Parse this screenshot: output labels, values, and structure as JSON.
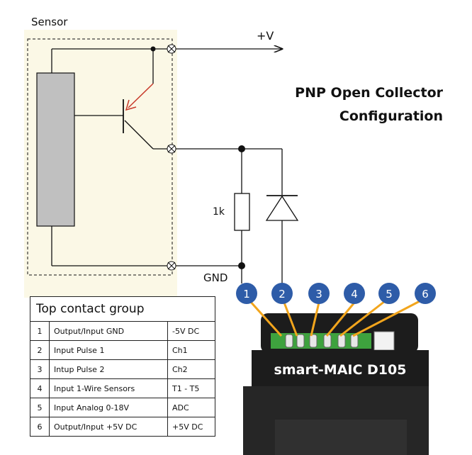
{
  "sensor": {
    "label": "Sensor"
  },
  "circuit": {
    "supply_label": "+V",
    "ground_label": "GND",
    "resistor_label": "1k"
  },
  "title": {
    "line1": "PNP Open Collector",
    "line2": "Configuration"
  },
  "device": {
    "name": "smart-MAIC D105",
    "pins": [
      "1",
      "2",
      "3",
      "4",
      "5",
      "6"
    ]
  },
  "table": {
    "title": "Top contact group",
    "rows": [
      {
        "num": "1",
        "function": "Output/Input GND",
        "value": "-5V DC"
      },
      {
        "num": "2",
        "function": "Input Pulse 1",
        "value": "Ch1"
      },
      {
        "num": "3",
        "function": "Intup Pulse 2",
        "value": "Ch2"
      },
      {
        "num": "4",
        "function": "Input 1-Wire Sensors",
        "value": "T1 - T5"
      },
      {
        "num": "5",
        "function": "Input Analog 0-18V",
        "value": "ADC"
      },
      {
        "num": "6",
        "function": "Output/Input +5V DC",
        "value": "+5V DC"
      }
    ]
  },
  "colors": {
    "sensor_bg": "#fbf8e6",
    "sensor_element": "#c0c0c0",
    "emitter_arrow": "#c83a2a",
    "pin_badge": "#2e5ca8",
    "pin_leader": "#f2a51c",
    "device_body": "#1c1c1c",
    "terminal_block": "#3ea23e"
  }
}
